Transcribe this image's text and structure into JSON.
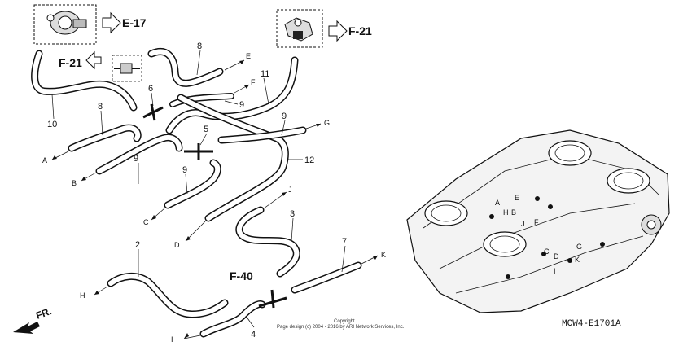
{
  "refs": {
    "e17": "E-17",
    "f21_top": "F-21",
    "f21_left": "F-21",
    "f40": "F-40"
  },
  "front_label": "FR.",
  "part_callouts": [
    "8",
    "6",
    "9",
    "10",
    "8",
    "5",
    "9",
    "9",
    "11",
    "9",
    "12",
    "3",
    "2",
    "7",
    "4"
  ],
  "port_labels": {
    "A": "A",
    "B": "B",
    "C": "C",
    "D": "D",
    "E": "E",
    "F": "F",
    "G": "G",
    "H": "H",
    "I": "I",
    "J": "J",
    "K": "K"
  },
  "engine_port_labels": [
    "A",
    "H",
    "B",
    "E",
    "J",
    "F",
    "C",
    "D",
    "G",
    "K",
    "I"
  ],
  "copyright": {
    "line1": "Copyright",
    "line2": "Page design (c) 2004 - 2016 by ARI Network Services, Inc."
  },
  "diagram_code": "MCW4-E1701A"
}
